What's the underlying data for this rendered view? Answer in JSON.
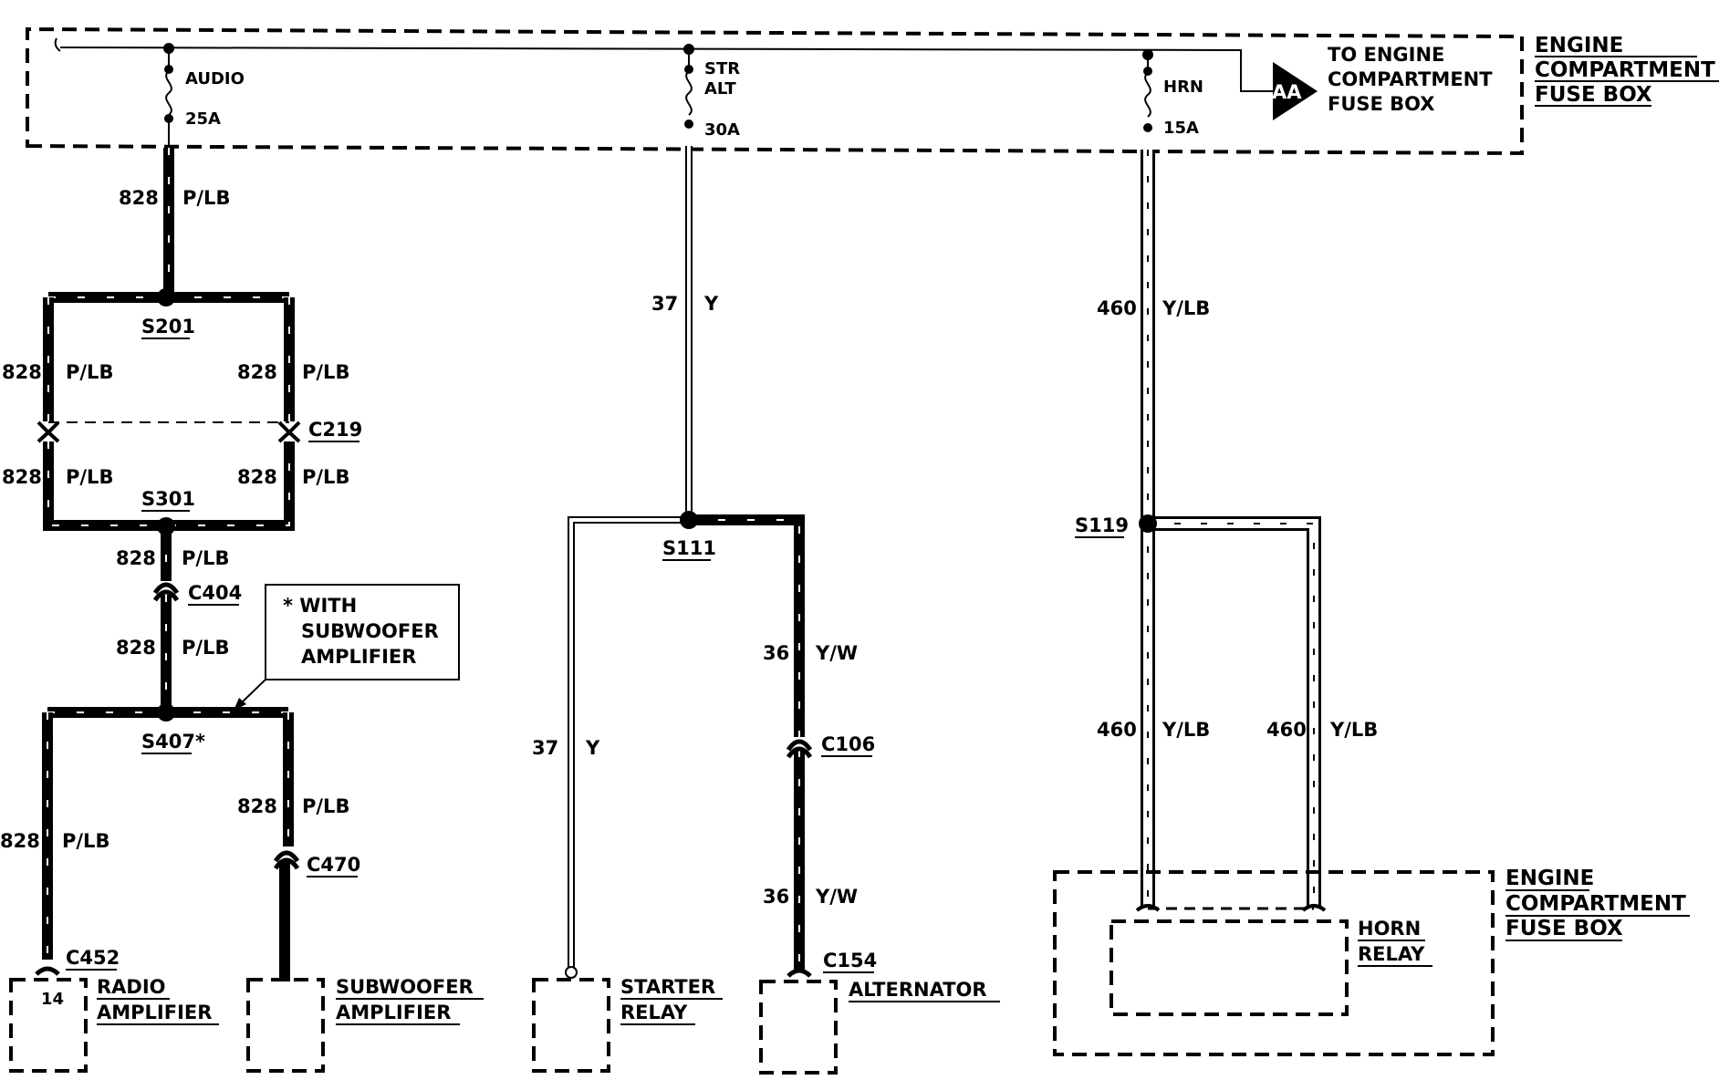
{
  "fuse_box_top": {
    "label": [
      "ENGINE",
      "COMPARTMENT",
      "FUSE BOX"
    ],
    "fuses": [
      {
        "name": "AUDIO",
        "rating": "25A"
      },
      {
        "name_lines": [
          "STR",
          "ALT"
        ],
        "rating": "30A"
      },
      {
        "name": "HRN",
        "rating": "15A"
      }
    ],
    "connector_badge": "AA",
    "connector_label": [
      "TO ENGINE",
      "COMPARTMENT",
      "FUSE BOX"
    ]
  },
  "wires": {
    "w828": {
      "circuit": "828",
      "color": "P/LB"
    },
    "w37": {
      "circuit": "37",
      "color": "Y"
    },
    "w36": {
      "circuit": "36",
      "color": "Y/W"
    },
    "w460": {
      "circuit": "460",
      "color": "Y/LB"
    }
  },
  "splices": {
    "s201": "S201",
    "s301": "S301",
    "s407": "S407*",
    "s111": "S111",
    "s119": "S119"
  },
  "connectors": {
    "c219": "C219",
    "c404": "C404",
    "c470": "C470",
    "c452": "C452",
    "c106": "C106",
    "c154": "C154"
  },
  "note": [
    "* WITH",
    "SUBWOOFER",
    "AMPLIFIER"
  ],
  "components": {
    "radio_amplifier": {
      "label": [
        "RADIO",
        "AMPLIFIER"
      ],
      "pin": "14"
    },
    "subwoofer_amplifier": {
      "label": [
        "SUBWOOFER",
        "AMPLIFIER"
      ]
    },
    "starter_relay": {
      "label": [
        "STARTER",
        "RELAY"
      ]
    },
    "alternator": {
      "label": [
        "ALTERNATOR"
      ]
    },
    "horn_relay": {
      "label": [
        "HORN",
        "RELAY"
      ]
    },
    "fuse_box_bottom": {
      "label": [
        "ENGINE",
        "COMPARTMENT",
        "FUSE BOX"
      ]
    }
  }
}
